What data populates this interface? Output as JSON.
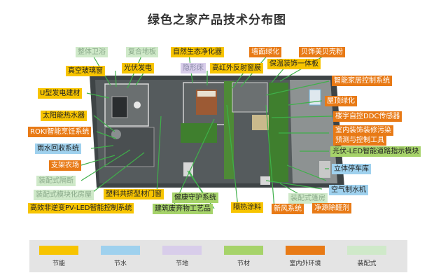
{
  "title": "绿色之家产品技术分布图",
  "colors": {
    "energy": "#f7c400",
    "water": "#9fd1ee",
    "land": "#d8cdea",
    "material": "#a6d36a",
    "environment": "#e87a16",
    "prefab": "#cfe9c9"
  },
  "labels": [
    {
      "id": "l1",
      "text": "整体卫浴",
      "cat": "prefab"
    },
    {
      "id": "l2",
      "text": "复合地板",
      "cat": "prefab"
    },
    {
      "id": "l3",
      "text": "自然生态净化器",
      "cat": "energy"
    },
    {
      "id": "l4",
      "text": "墙面绿化",
      "cat": "environment"
    },
    {
      "id": "l5",
      "text": "贝饰美贝壳粉",
      "cat": "environment"
    },
    {
      "id": "l6",
      "text": "真空玻璃窗",
      "cat": "energy"
    },
    {
      "id": "l7",
      "text": "光伏发电",
      "cat": "energy"
    },
    {
      "id": "l8",
      "text": "隐形床",
      "cat": "land"
    },
    {
      "id": "l9",
      "text": "高红外反射窗膜",
      "cat": "energy"
    },
    {
      "id": "l10",
      "text": "保温装饰一体板",
      "cat": "energy"
    },
    {
      "id": "l11",
      "text": "智能家居控制系统",
      "cat": "environment"
    },
    {
      "id": "l12",
      "text": "U型发电建材",
      "cat": "energy"
    },
    {
      "id": "l13",
      "text": "屋顶绿化",
      "cat": "environment"
    },
    {
      "id": "l14",
      "text": "太阳能热水器",
      "cat": "energy"
    },
    {
      "id": "l15",
      "text": "楼宇自控DDC传感器",
      "cat": "environment"
    },
    {
      "id": "l16",
      "text": "ROKI智能烹饪系统",
      "cat": "environment"
    },
    {
      "id": "l17",
      "text": "室内装饰装修污染",
      "cat": "environment"
    },
    {
      "id": "l18",
      "text": "预测与控制工具",
      "cat": "environment"
    },
    {
      "id": "l19",
      "text": "雨水回收系统",
      "cat": "water"
    },
    {
      "id": "l20",
      "text": "光伏-LED智能道路指示模块",
      "cat": "material"
    },
    {
      "id": "l21",
      "text": "支架农场",
      "cat": "environment"
    },
    {
      "id": "l22",
      "text": "立体停车库",
      "cat": "water"
    },
    {
      "id": "l23",
      "text": "装配式隔断",
      "cat": "prefab"
    },
    {
      "id": "l24",
      "text": "装配式模块化房屋",
      "cat": "prefab"
    },
    {
      "id": "l25",
      "text": "塑料共挤型材门窗",
      "cat": "energy"
    },
    {
      "id": "l26",
      "text": "装配式篷房",
      "cat": "prefab"
    },
    {
      "id": "l27",
      "text": "空气制水机",
      "cat": "water"
    },
    {
      "id": "l28",
      "text": "高效非逆变PV-LED智能控制系统",
      "cat": "energy"
    },
    {
      "id": "l29",
      "text": "健康守护系统",
      "cat": "material"
    },
    {
      "id": "l30",
      "text": "隔热涂料",
      "cat": "energy"
    },
    {
      "id": "l31",
      "text": "新风系统",
      "cat": "environment"
    },
    {
      "id": "l32",
      "text": "净源除醛剂",
      "cat": "environment"
    },
    {
      "id": "l33",
      "text": "建筑废弃物工艺品",
      "cat": "material"
    }
  ],
  "legend": [
    {
      "label": "节能",
      "cat": "energy"
    },
    {
      "label": "节水",
      "cat": "water"
    },
    {
      "label": "节地",
      "cat": "land"
    },
    {
      "label": "节材",
      "cat": "material"
    },
    {
      "label": "室内外环境",
      "cat": "environment"
    },
    {
      "label": "装配式",
      "cat": "prefab"
    }
  ]
}
